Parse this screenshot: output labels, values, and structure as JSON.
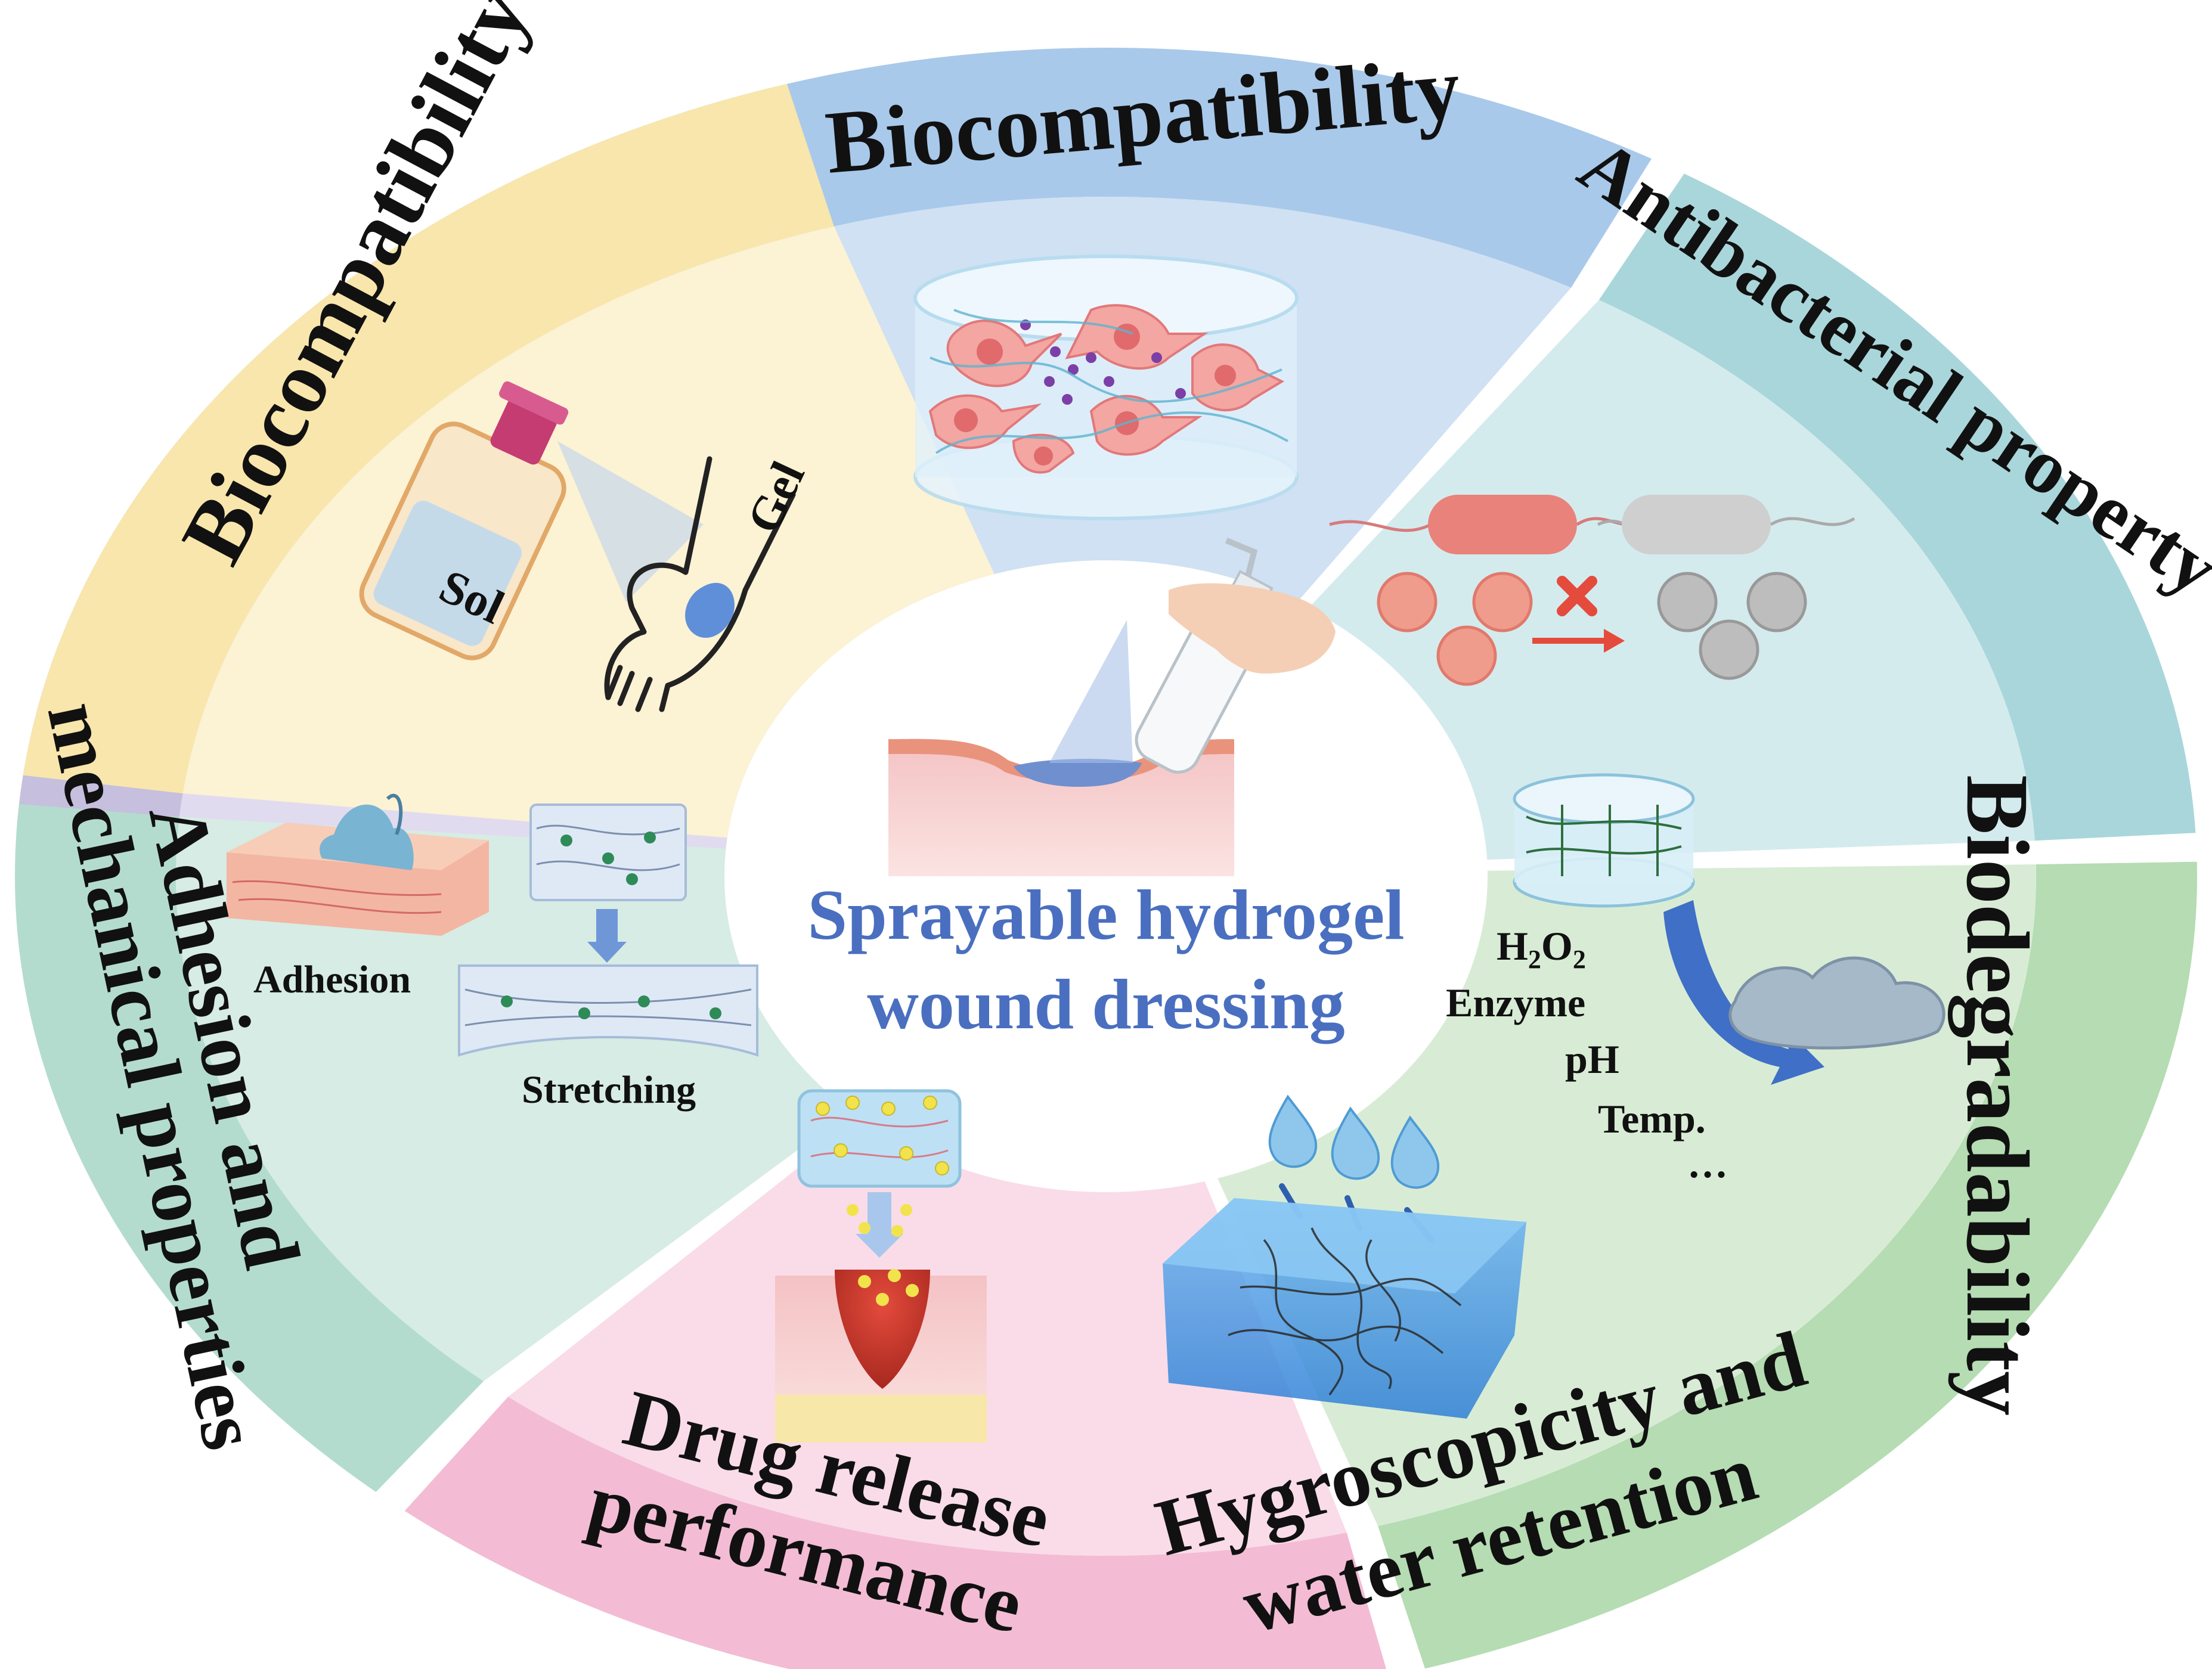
{
  "center": {
    "line1": "Sprayable hydrogel",
    "line2": "wound dressing"
  },
  "segments": [
    {
      "id": "spray",
      "title": "Biocompatibility",
      "labels": {
        "sol": "Sol",
        "gel": "Gel"
      },
      "outer": "#c6bfde",
      "inner": "#e1dbef"
    },
    {
      "id": "bio",
      "title": "Biocompatibility",
      "outer": "#a9c9ea",
      "inner": "#cfe1f3"
    },
    {
      "id": "antibac",
      "title": "Antibacterial property",
      "outer": "#a9d6da",
      "inner": "#d4ebee"
    },
    {
      "id": "degrade",
      "title": "Biodegradability",
      "labels": {
        "h2o2": "H2O2",
        "enzyme": "Enzyme",
        "ph": "pH",
        "temp": "Temp.",
        "etc": "…"
      },
      "outer": "#b5dcb2",
      "inner": "#d8ecd5"
    },
    {
      "id": "hygro",
      "title_line1": "Hygroscopicity and",
      "title_line2": "water retention",
      "outer": "#f3bcd4",
      "inner": "#f9dce8"
    },
    {
      "id": "drug",
      "title_line1": "Drug release",
      "title_line2": "performance",
      "outer": "#b3dccf",
      "inner": "#d6ece4"
    },
    {
      "id": "adhesion",
      "title_line1": "Adhesion and",
      "title_line2": "mechanical properties",
      "labels": {
        "adhesion": "Adhesion",
        "stretching": "Stretching"
      },
      "outer": "#f8e6ac",
      "inner": "#fcf2d4"
    }
  ]
}
